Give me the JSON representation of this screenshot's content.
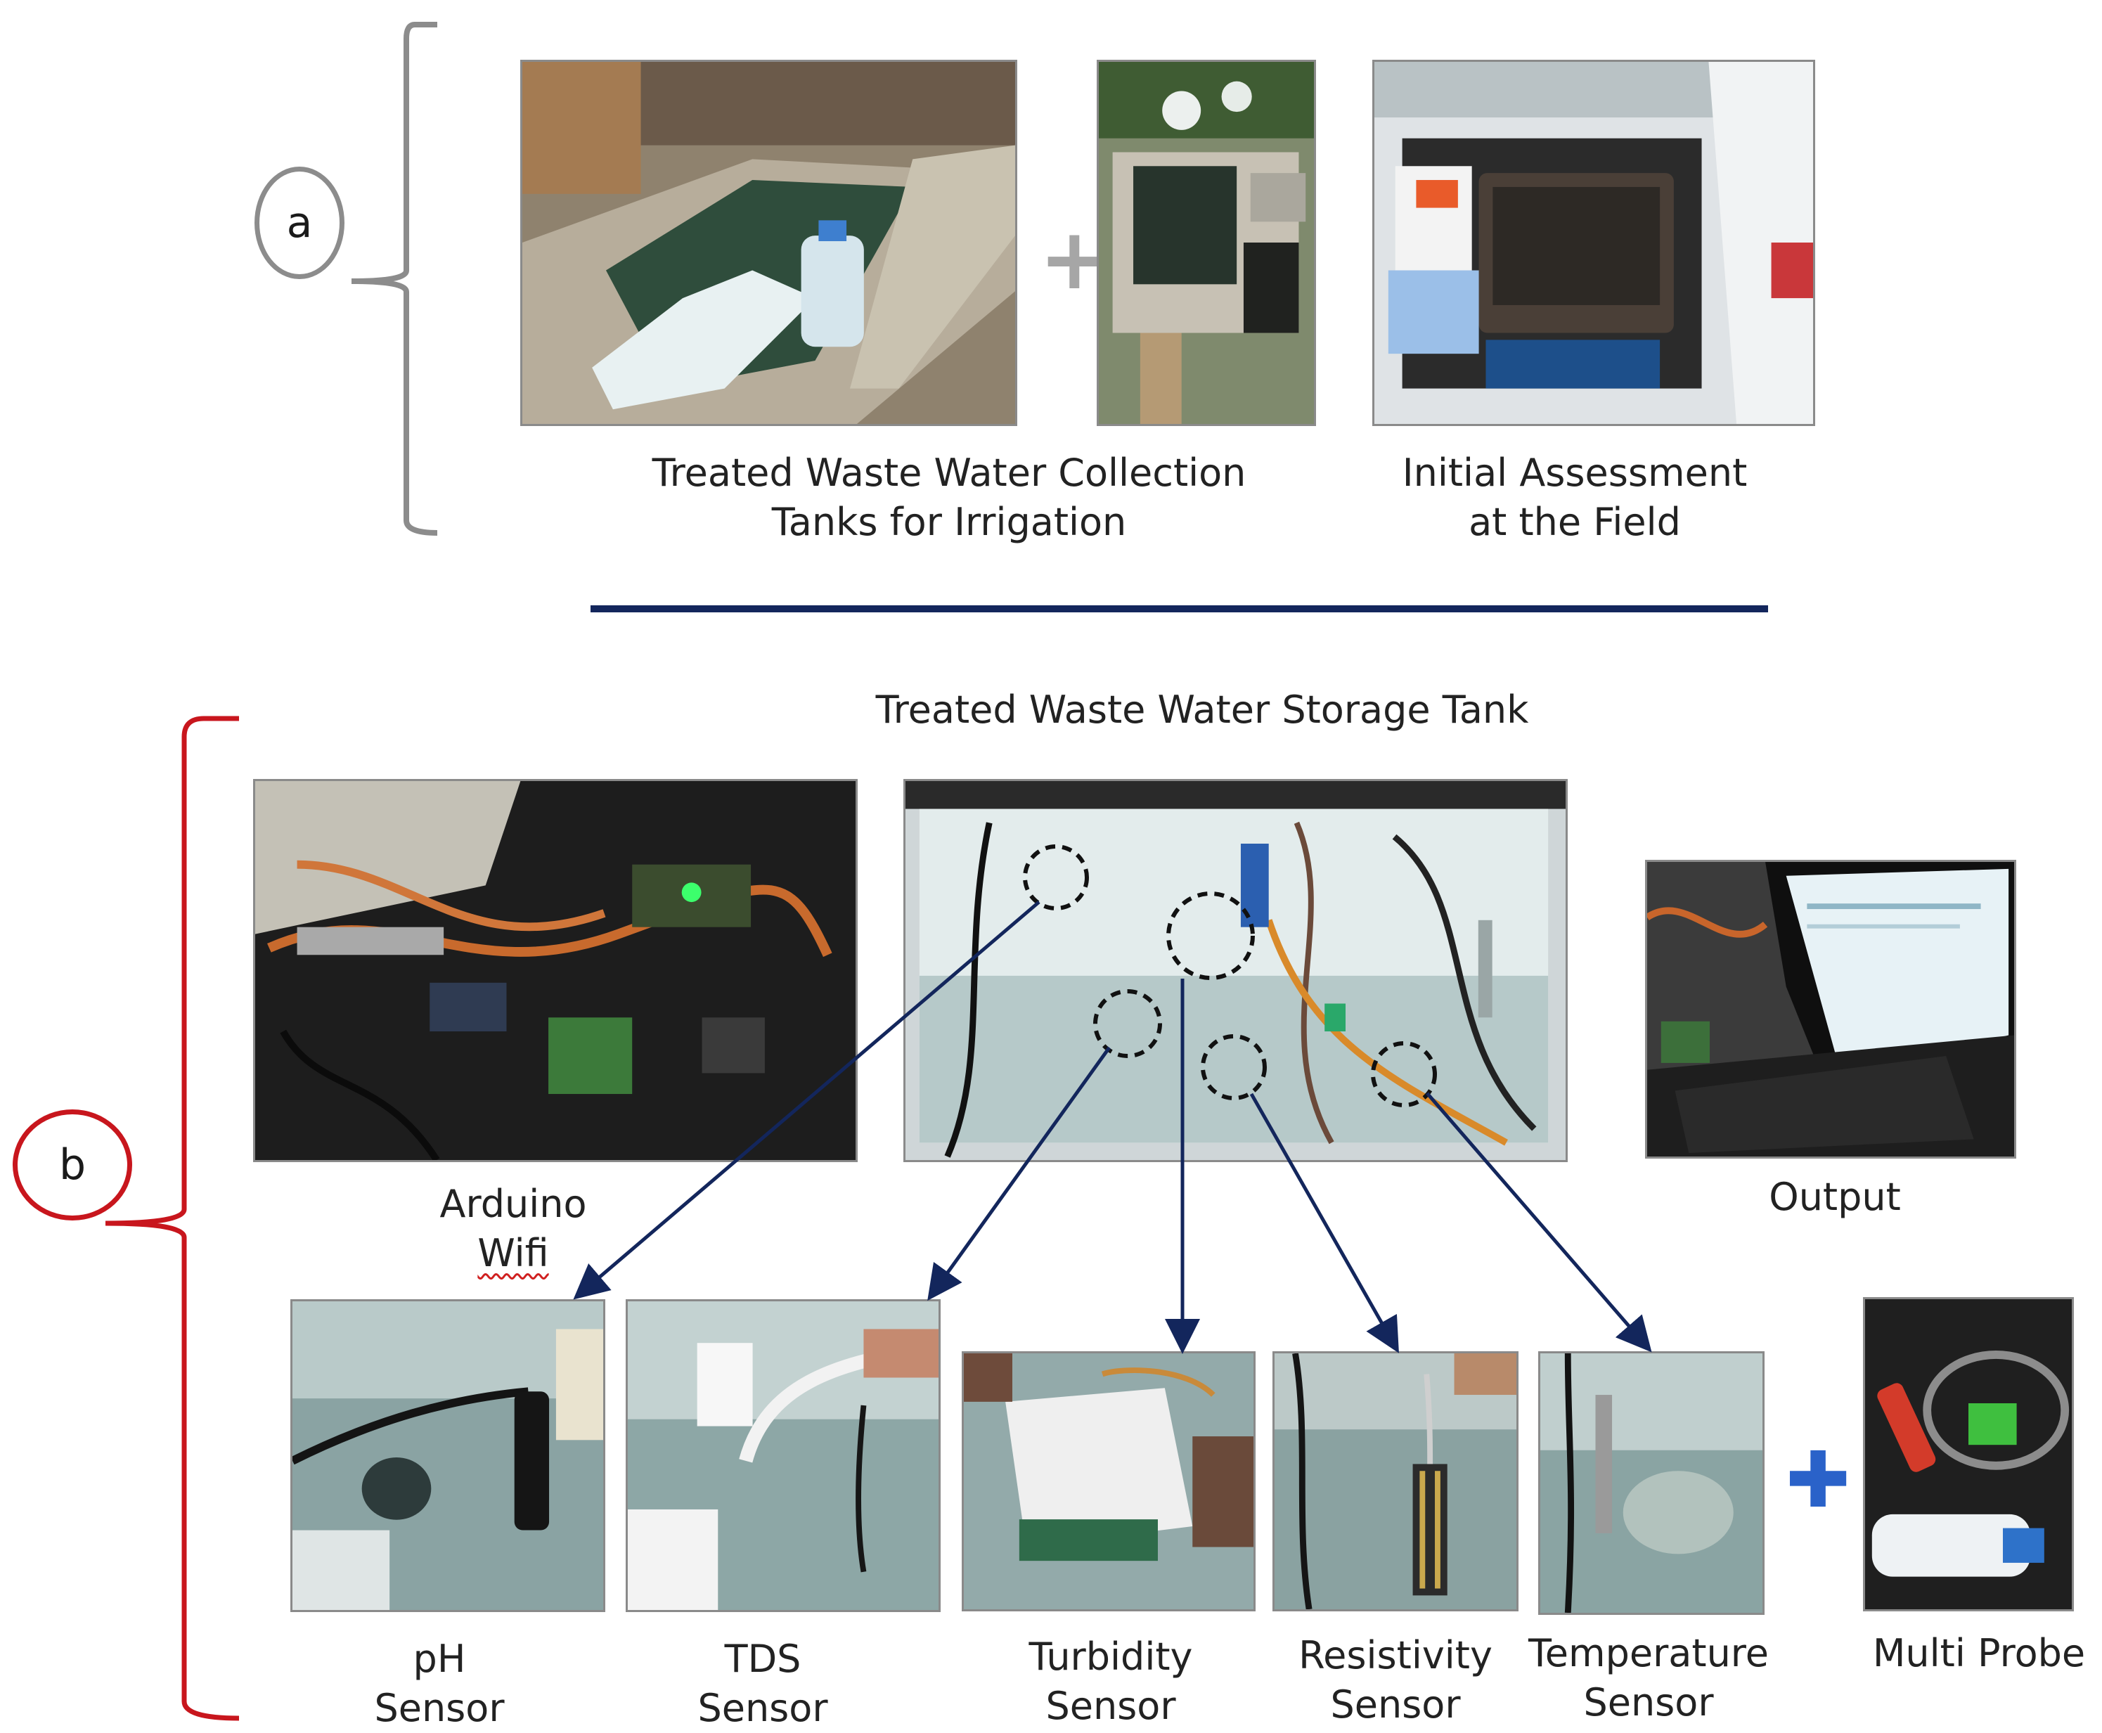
{
  "section_a": {
    "label": "a",
    "collection_caption": [
      "Treated Waste Water Collection",
      "Tanks for Irrigation"
    ],
    "assessment_caption": [
      "Initial Assessment",
      "at the Field"
    ],
    "plus_symbol": "+"
  },
  "section_b": {
    "label": "b",
    "storage_title": "Treated Waste Water Storage Tank",
    "arduino_caption": "Arduino Wifi",
    "output_caption": "Output",
    "sensors": [
      [
        "pH",
        "Sensor"
      ],
      [
        "TDS",
        "Sensor"
      ],
      [
        "Turbidity",
        "Sensor"
      ],
      [
        "Resistivity",
        "Sensor"
      ],
      [
        "Temperature",
        "Sensor"
      ]
    ],
    "multi_probe_caption": "Multi Probe",
    "plus_symbol": "✚"
  },
  "colors": {
    "bracket_a": "#8c8c8c",
    "bracket_b": "#c8161d",
    "divider": "#13265c",
    "arrows": "#13265c",
    "plus_blue": "#2a62c9"
  }
}
